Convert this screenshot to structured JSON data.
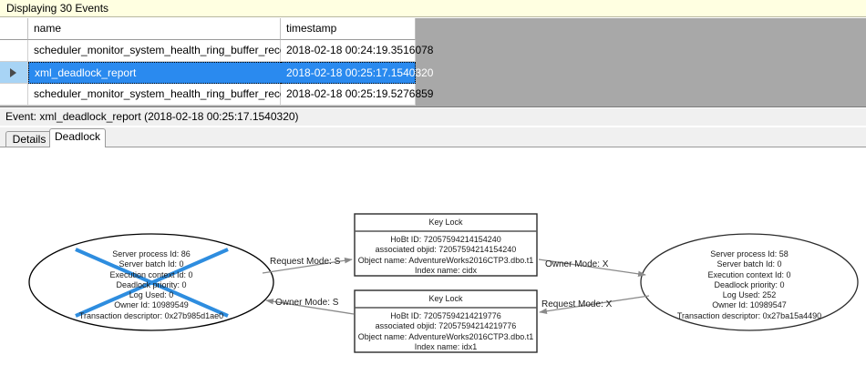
{
  "banner": {
    "text": "Displaying 30 Events"
  },
  "grid": {
    "columns": [
      "",
      "name",
      "timestamp"
    ],
    "rows": [
      {
        "selector": "",
        "name": "scheduler_monitor_system_health_ring_buffer_recorded",
        "timestamp": "2018-02-18 00:24:19.3516078",
        "selected": false
      },
      {
        "selector": "row-pointer",
        "name": "xml_deadlock_report",
        "timestamp": "2018-02-18 00:25:17.1540320",
        "selected": true
      },
      {
        "selector": "",
        "name": "scheduler_monitor_system_health_ring_buffer_recorded",
        "timestamp": "2018-02-18 00:25:19.5276859",
        "selected": false
      }
    ]
  },
  "event_label": {
    "text": "Event: xml_deadlock_report (2018-02-18 00:25:17.1540320)"
  },
  "tabs": [
    {
      "label": "Details",
      "active": false
    },
    {
      "label": "Deadlock",
      "active": true
    }
  ],
  "deadlock_graph": {
    "victim_cross_color": "#2e8ddf",
    "processes": [
      {
        "id": "left-process",
        "victim": true,
        "lines": [
          "Server process Id: 86",
          "Server batch Id: 0",
          "Execution context Id: 0",
          "Deadlock priority: 0",
          "Log Used: 0",
          "Owner Id: 10989549",
          "Transaction descriptor: 0x27b985d1ae0"
        ]
      },
      {
        "id": "right-process",
        "victim": false,
        "lines": [
          "Server process Id: 58",
          "Server batch Id: 0",
          "Execution context Id: 0",
          "Deadlock priority: 0",
          "Log Used: 252",
          "Owner Id: 10989547",
          "Transaction descriptor: 0x27ba15a4490"
        ]
      }
    ],
    "resources": [
      {
        "id": "top-key-lock",
        "title": "Key Lock",
        "lines": [
          "HoBt ID: 72057594214154240",
          "associated objid: 72057594214154240",
          "Object name: AdventureWorks2016CTP3.dbo.t1",
          "Index name: cidx"
        ]
      },
      {
        "id": "bottom-key-lock",
        "title": "Key Lock",
        "lines": [
          "HoBt ID: 72057594214219776",
          "associated objid: 72057594214219776",
          "Object name: AdventureWorks2016CTP3.dbo.t1",
          "Index name: idx1"
        ]
      }
    ],
    "edges": [
      {
        "id": "edge-left-request",
        "label": "Request Mode: S"
      },
      {
        "id": "edge-left-owner",
        "label": "Owner Mode: S"
      },
      {
        "id": "edge-right-owner",
        "label": "Owner Mode: X"
      },
      {
        "id": "edge-right-request",
        "label": "Request Mode: X"
      }
    ]
  }
}
